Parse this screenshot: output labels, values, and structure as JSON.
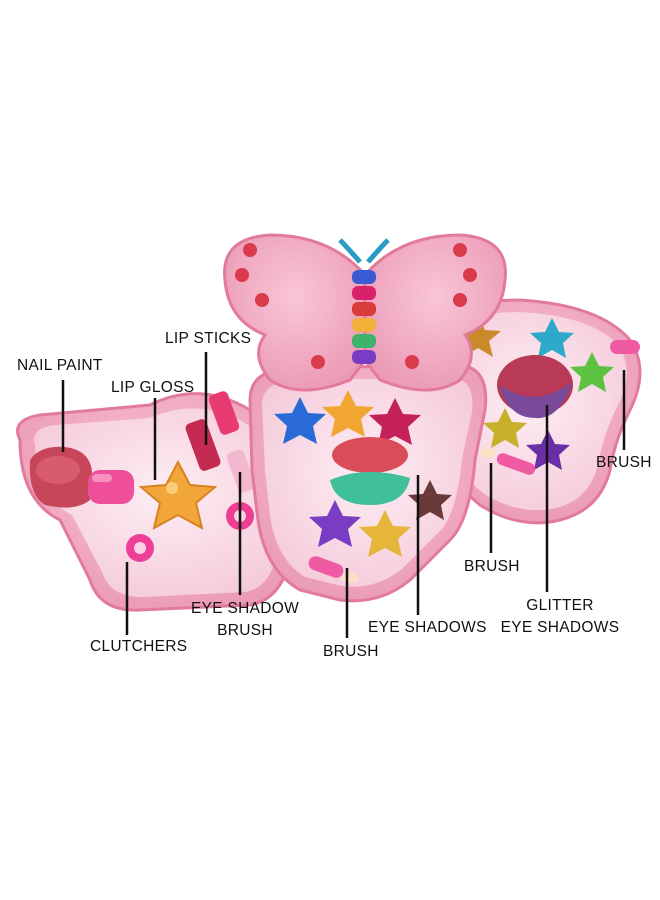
{
  "labels": {
    "nail_paint": "NAIL PAINT",
    "lip_sticks": "LIP STICKS",
    "lip_gloss": "LIP GLOSS",
    "brush_right": "BRUSH",
    "brush_middle": "BRUSH",
    "glitter_line1": "GLITTER",
    "glitter_line2": "EYE SHADOWS",
    "eye_shadow_brush_line1": "EYE SHADOW",
    "eye_shadow_brush_line2": "BRUSH",
    "eye_shadows": "EYE SHADOWS",
    "clutchers": "CLUTCHERS",
    "brush_bottom": "BRUSH"
  },
  "colors": {
    "case_pink": "#f2a6bf",
    "case_dark": "#e27a9c",
    "tray_light": "#fbe3ec",
    "red_gem": "#d93a4c",
    "gold": "#e8a33a",
    "blue": "#2b6fd6",
    "purple": "#7d3cc4",
    "green": "#3fb36a",
    "magenta": "#d9207a",
    "line": "#111111"
  }
}
